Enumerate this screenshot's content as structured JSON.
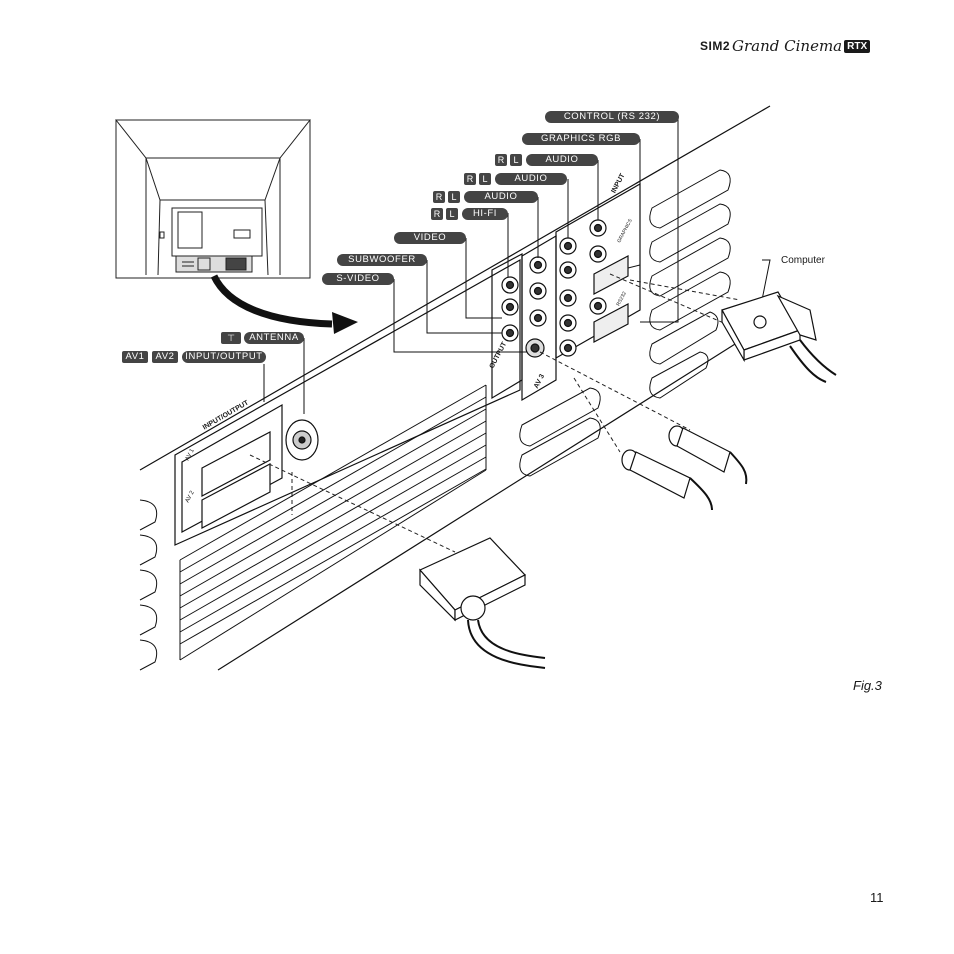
{
  "header": {
    "brand_sim": "SIM2",
    "brand_grand": "Grand Cinema",
    "brand_rtx": "RTX"
  },
  "labels": {
    "control": "CONTROL (RS 232)",
    "graphics": "GRAPHICS RGB",
    "audio1": "AUDIO",
    "audio2": "AUDIO",
    "audio3": "AUDIO",
    "hifi": "HI-FI",
    "video": "VIDEO",
    "subwoofer": "SUBWOOFER",
    "svideo": "S-VIDEO",
    "antenna": "ANTENNA",
    "av1": "AV1",
    "av2": "AV2",
    "inout": "INPUT/OUTPUT",
    "r": "R",
    "l": "L",
    "computer": "Computer"
  },
  "panel_text": {
    "input": "INPUT",
    "output": "OUTPUT",
    "av3": "AV 3",
    "input_output": "INPUT/OUTPUT",
    "av1": "AV 1",
    "av2": "AV 2",
    "graphics": "GRAPHICS",
    "rs232": "RS232"
  },
  "footer": {
    "fig": "Fig.3",
    "page": "11"
  }
}
